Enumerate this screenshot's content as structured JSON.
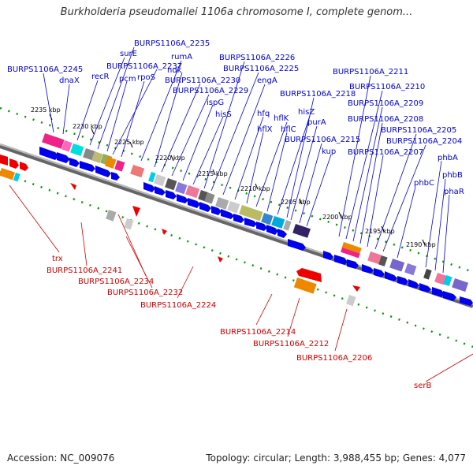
{
  "title": "Burkholderia pseudomallei 1106a chromosome I, complete genom...",
  "accession": "Accession: NC_009076",
  "topology": "Topology: circular; Length: 3,988,455 bp; Genes: 4,077",
  "colors": {
    "forward_label": "#0000cc",
    "reverse_label": "#cc0000",
    "gene_arrow": "#0000ee",
    "backbone": "#888888",
    "dots": "#009900"
  },
  "ticks": [
    "2235 kbp",
    "2230 kbp",
    "2225 kbp",
    "2220 kbp",
    "2215 kbp",
    "2210 kbp",
    "2205 kbp",
    "2200 kbp",
    "2195 kbp",
    "2190 kbp"
  ],
  "forward_labels": [
    "BURPS1106A_2245",
    "dnaX",
    "recR",
    "surE",
    "BURPS1106A_2235",
    "pcm",
    "BURPS1106A_2237",
    "rpoS",
    "rumA",
    "ndk",
    "BURPS1106A_2230",
    "BURPS1106A_2229",
    "ispG",
    "hisS",
    "BURPS1106A_2226",
    "BURPS1106A_2225",
    "engA",
    "hfq",
    "hflX",
    "hflK",
    "hflC",
    "hisZ",
    "BURPS1106A_2218",
    "purA",
    "BURPS1106A_2215",
    "kup",
    "BURPS1106A_2211",
    "BURPS1106A_2210",
    "BURPS1106A_2209",
    "BURPS1106A_2208",
    "BURPS1106A_2205",
    "BURPS1106A_2204",
    "BURPS1106A_2207",
    "phbA",
    "phbB",
    "phbC",
    "phaR"
  ],
  "reverse_labels": [
    "trx",
    "BURPS1106A_2241",
    "BURPS1106A_2234",
    "BURPS1106A_2232",
    "BURPS1106A_2224",
    "BURPS1106A_2214",
    "BURPS1106A_2212",
    "BURPS1106A_2206",
    "serB"
  ]
}
